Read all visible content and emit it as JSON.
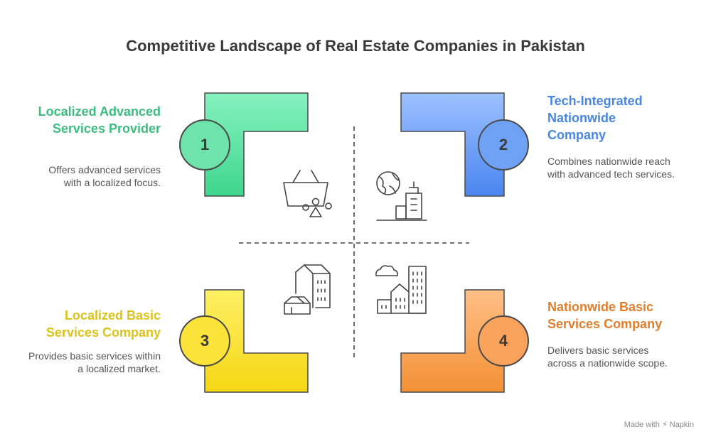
{
  "title": "Competitive Landscape of Real Estate Companies in Pakistan",
  "colors": {
    "q1": "#3dbd7f",
    "q2": "#4a86e0",
    "q3": "#dcc31a",
    "q4": "#e07e2e"
  },
  "quadrants": [
    {
      "number": "1",
      "title": "Localized Advanced Services Provider",
      "description": "Offers advanced services with a localized focus.",
      "icon": "basket-icon"
    },
    {
      "number": "2",
      "title": "Tech-Integrated Nationwide Company",
      "description": "Combines nationwide reach with advanced tech services.",
      "icon": "globe-city-icon"
    },
    {
      "number": "3",
      "title": "Localized Basic Services Company",
      "description": "Provides basic services within a localized market.",
      "icon": "houses-icon"
    },
    {
      "number": "4",
      "title": "Nationwide Basic Services Company",
      "description": "Delivers basic services across a nationwide scope.",
      "icon": "city-cloud-icon"
    }
  ],
  "footer": "Made with ⚡ Napkin"
}
